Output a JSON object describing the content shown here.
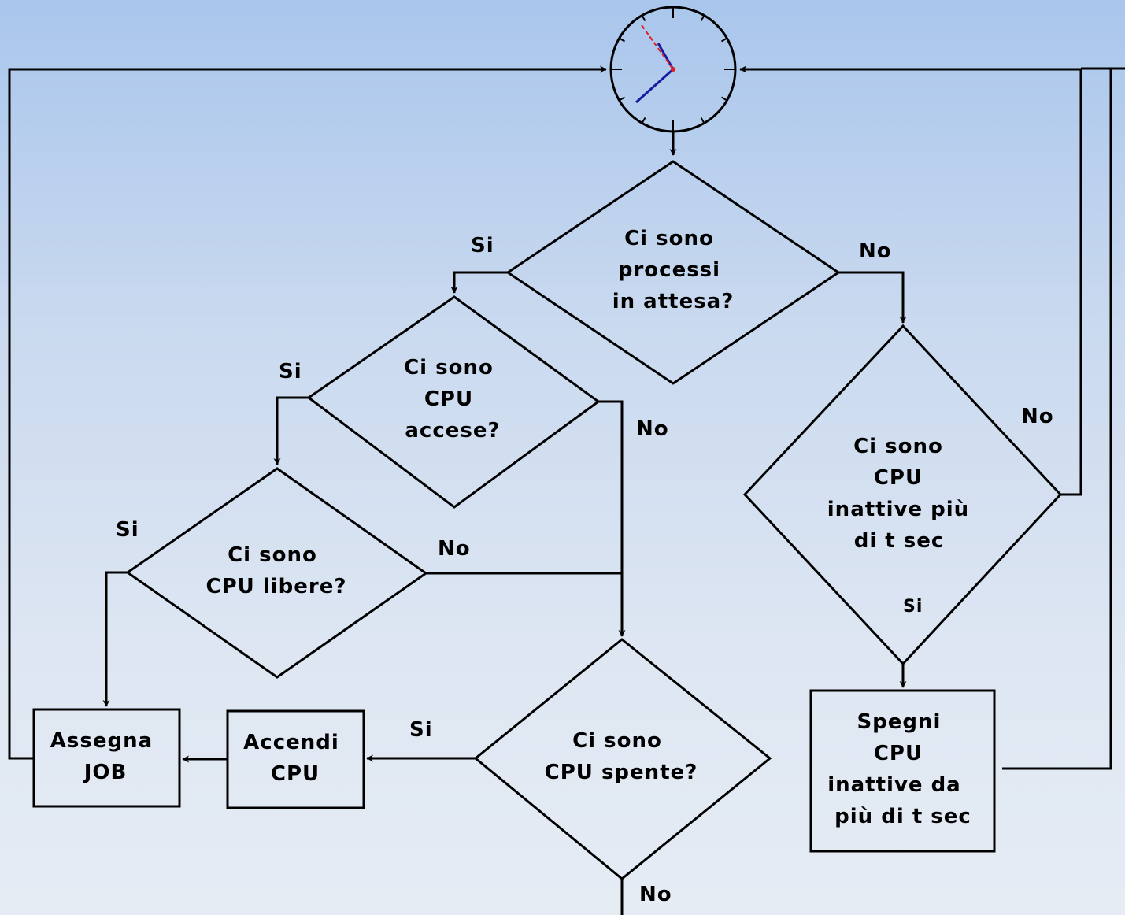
{
  "decisions": {
    "processi_attesa": [
      "Ci sono",
      "processi",
      "in attesa?"
    ],
    "cpu_accese": [
      "Ci sono",
      "CPU",
      "accese?"
    ],
    "cpu_libere": [
      "Ci sono",
      "CPU libere?"
    ],
    "cpu_spente": [
      "Ci sono",
      "CPU spente?"
    ],
    "cpu_inattive": [
      "Ci sono",
      "CPU",
      "inattive più",
      "di t sec"
    ]
  },
  "processes": {
    "assegna_job": [
      "Assegna",
      "JOB"
    ],
    "accendi_cpu": [
      "Accendi",
      "CPU"
    ],
    "spegni_cpu": [
      "Spegni",
      "CPU",
      "inattive da",
      "più di t sec"
    ]
  },
  "branch_labels": {
    "processi_si": "Si",
    "processi_no": "No",
    "accese_si": "Si",
    "accese_no": "No",
    "libere_si": "Si",
    "libere_no": "No",
    "inattive_no": "No",
    "inattive_si": "Si",
    "spente_si": "Si",
    "spente_no": "No"
  },
  "colors": {
    "background_top": "#a9c6ec",
    "background_bottom": "#e6ecf4",
    "clock_hand_hour": "#1a1aa0",
    "clock_hand_second": "#e02020"
  },
  "icons": {
    "clock": "clock-icon"
  }
}
